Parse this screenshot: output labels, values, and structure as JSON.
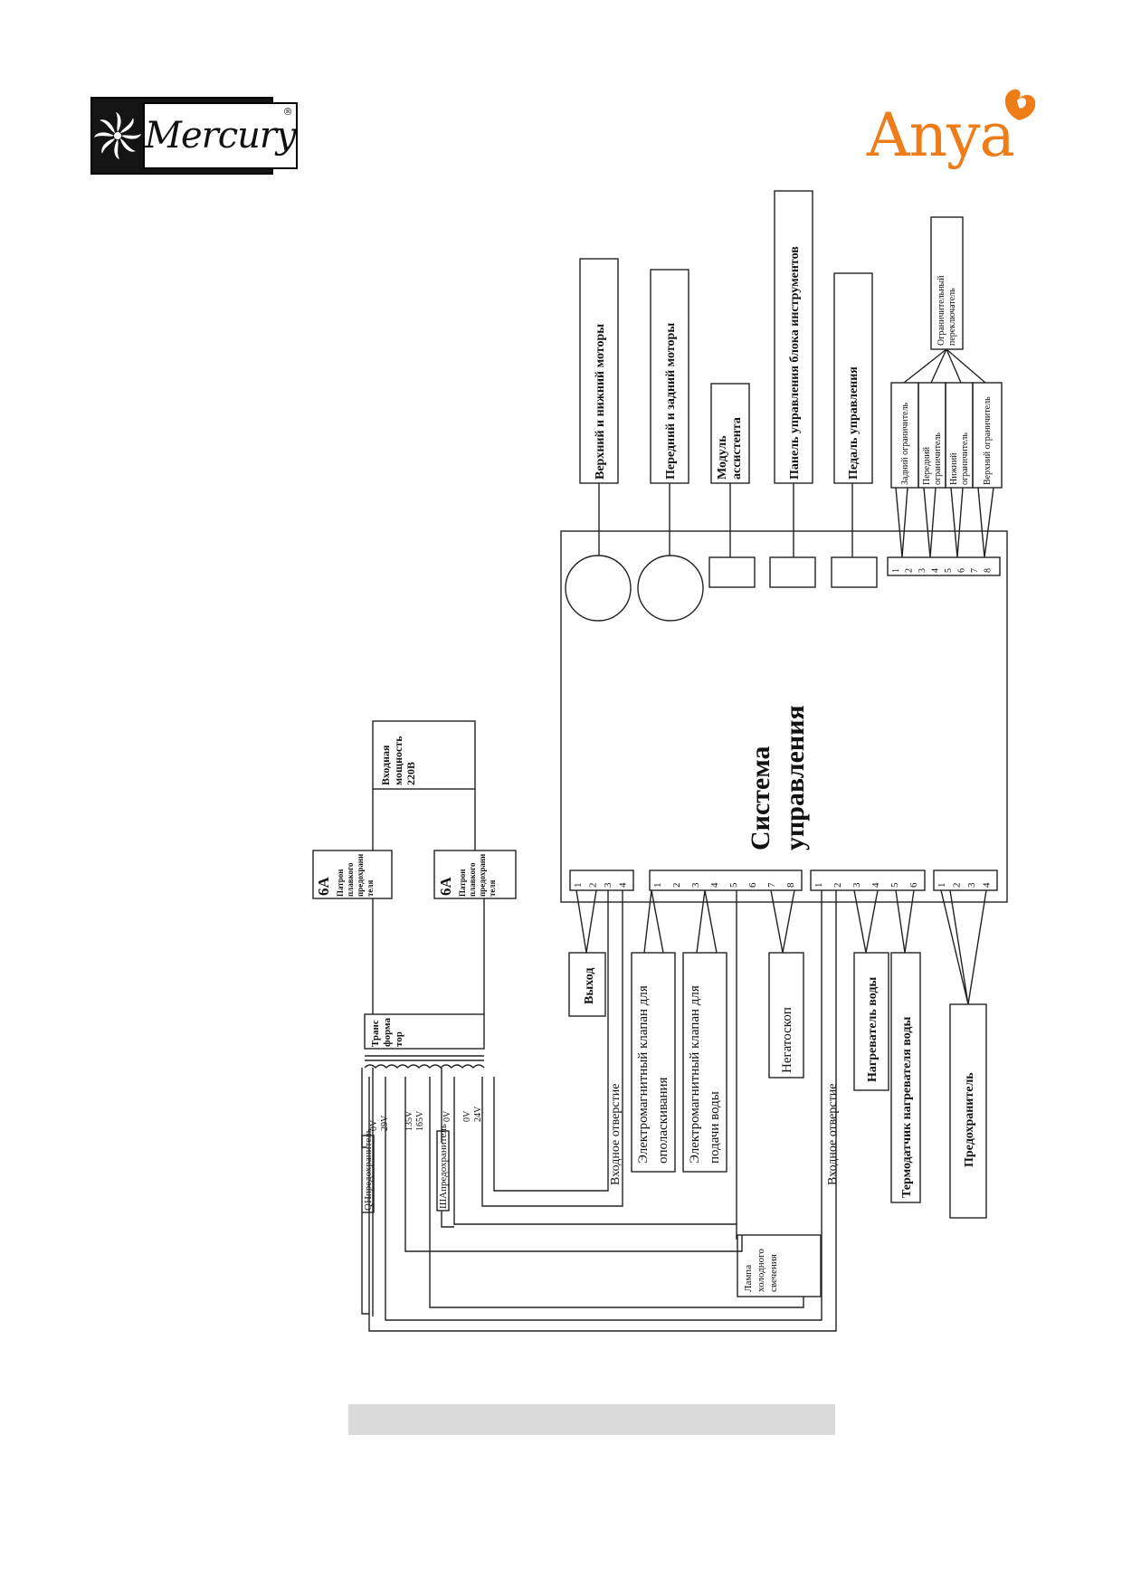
{
  "logos": {
    "left_text": "Mercury",
    "left_registered": "®",
    "right_text": "Anya",
    "brand_color": "#ee7c18"
  },
  "diagram": {
    "control_system": "Система управления",
    "top_devices": [
      "Верхний и нижний моторы",
      "Передний и задний моторы",
      "Модуль ассистента",
      "Панель управления блока инструментов",
      "Педаль управления"
    ],
    "limit_switch": "Ограничительный переключатель",
    "limits": [
      "Задний ограничитель",
      "Передний ограничитель",
      "Нижний ограничитель",
      "Верхний ограничитель"
    ],
    "limit_pins": [
      "1",
      "2",
      "3",
      "4",
      "5",
      "6",
      "7",
      "8"
    ],
    "bottom_groups": [
      {
        "pins": [
          "1",
          "2",
          "3",
          "4"
        ]
      },
      {
        "pins": [
          "1",
          "2",
          "3",
          "4",
          "5",
          "6",
          "7",
          "8"
        ]
      },
      {
        "pins": [
          "1",
          "2",
          "3",
          "4",
          "5",
          "6"
        ]
      },
      {
        "pins": [
          "1",
          "2",
          "3",
          "4"
        ]
      }
    ],
    "bottom_devices": [
      "Выход",
      "Электромагнитный клапан для ополаскивания",
      "Электромагнитный клапан для подачи воды",
      "Негатоскоп",
      "Нагреватель воды",
      "Термодатчик нагревателя воды",
      "Предохранитель"
    ],
    "inlet_1": "Входное отверстие",
    "inlet_2": "Входное отверстие",
    "power_input": "Входная мощность 220В",
    "fuse_value": "6A",
    "fuse_holder": "Патрон плавкого предохранителя",
    "transformer": "Трансформатор",
    "transformer_lines": [
      "Транс",
      "форма",
      "тор"
    ],
    "voltages": {
      "first": [
        "0V",
        "29V"
      ],
      "second": [
        "135V",
        "165V"
      ],
      "third": [
        "0V"
      ],
      "fourth": [
        "0V",
        "24V"
      ]
    },
    "fuse_1": "QHпредохранитель",
    "fuse_2": "ШАпредохранитель",
    "cold_lamp": "Лампа холодного свечения"
  },
  "footer_bar": ""
}
